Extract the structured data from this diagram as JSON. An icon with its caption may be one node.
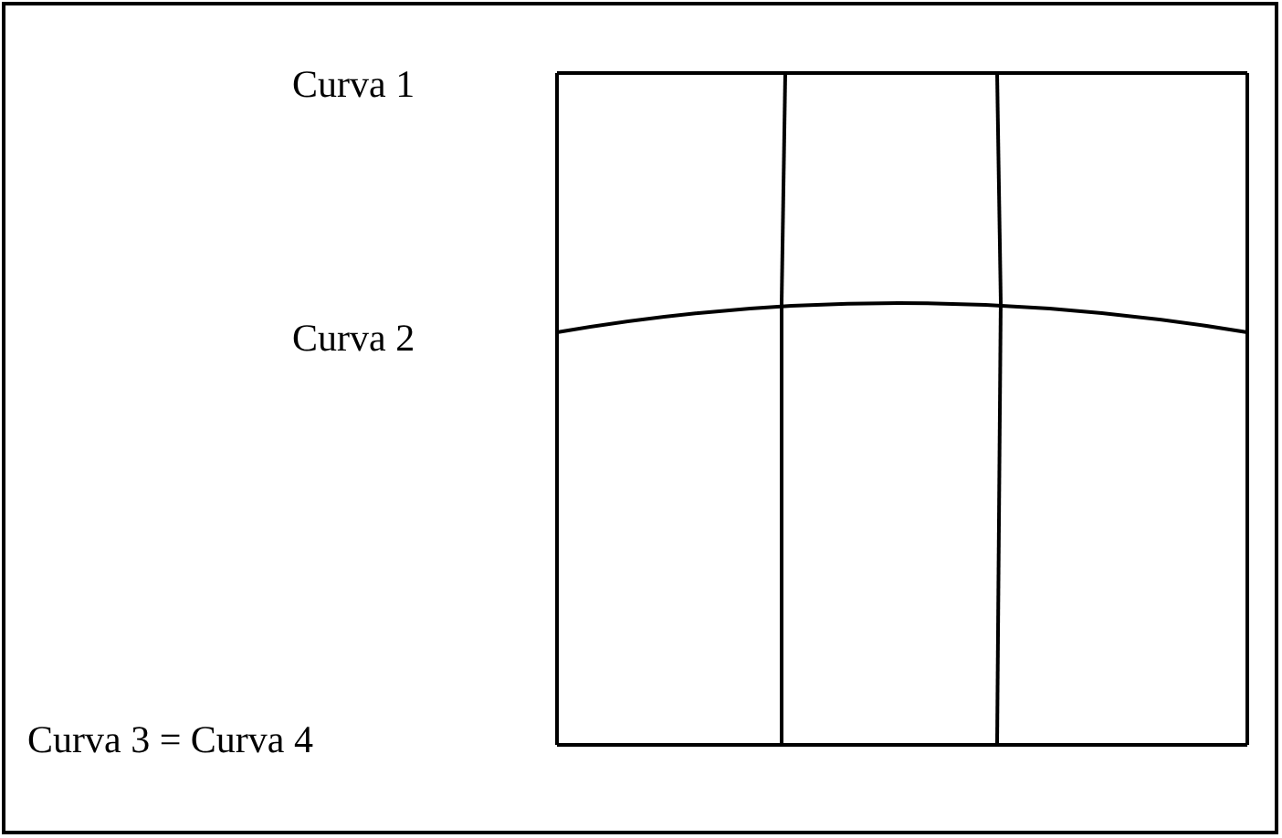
{
  "diagram": {
    "labels": [
      "Curva 1",
      "Curva 2",
      "Curva 3 = Curva 4"
    ]
  }
}
